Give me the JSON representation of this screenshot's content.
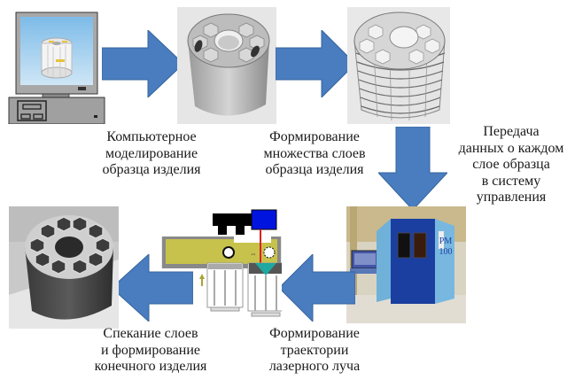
{
  "diagram": {
    "title": "Additive manufacturing process flow",
    "accent_arrow_color": "#4a7dbf",
    "steps": [
      {
        "id": "cad-modeling",
        "icon": "computer-monitor-icon",
        "caption_lines": [
          "Компьютерное",
          "моделирование",
          "образца изделия"
        ]
      },
      {
        "id": "layer-forming",
        "icon": "layered-cylinder-icon",
        "caption_lines": [
          "Формирование",
          "множества слоев",
          "образца изделия"
        ]
      },
      {
        "id": "data-transfer",
        "icon": "machine-icon",
        "caption_lines": [
          "Передача",
          "данных о каждом",
          "слое образца",
          "в систему",
          "управления"
        ]
      },
      {
        "id": "laser-path",
        "icon": "laser-schematic-icon",
        "caption_lines": [
          "Формирование",
          "траектории",
          "лазерного луча"
        ]
      },
      {
        "id": "sintering",
        "icon": "final-part-icon",
        "caption_lines": [
          "Спекание слоев",
          "и формирование",
          "конечного изделия"
        ]
      }
    ],
    "machine_label": "PM100"
  }
}
